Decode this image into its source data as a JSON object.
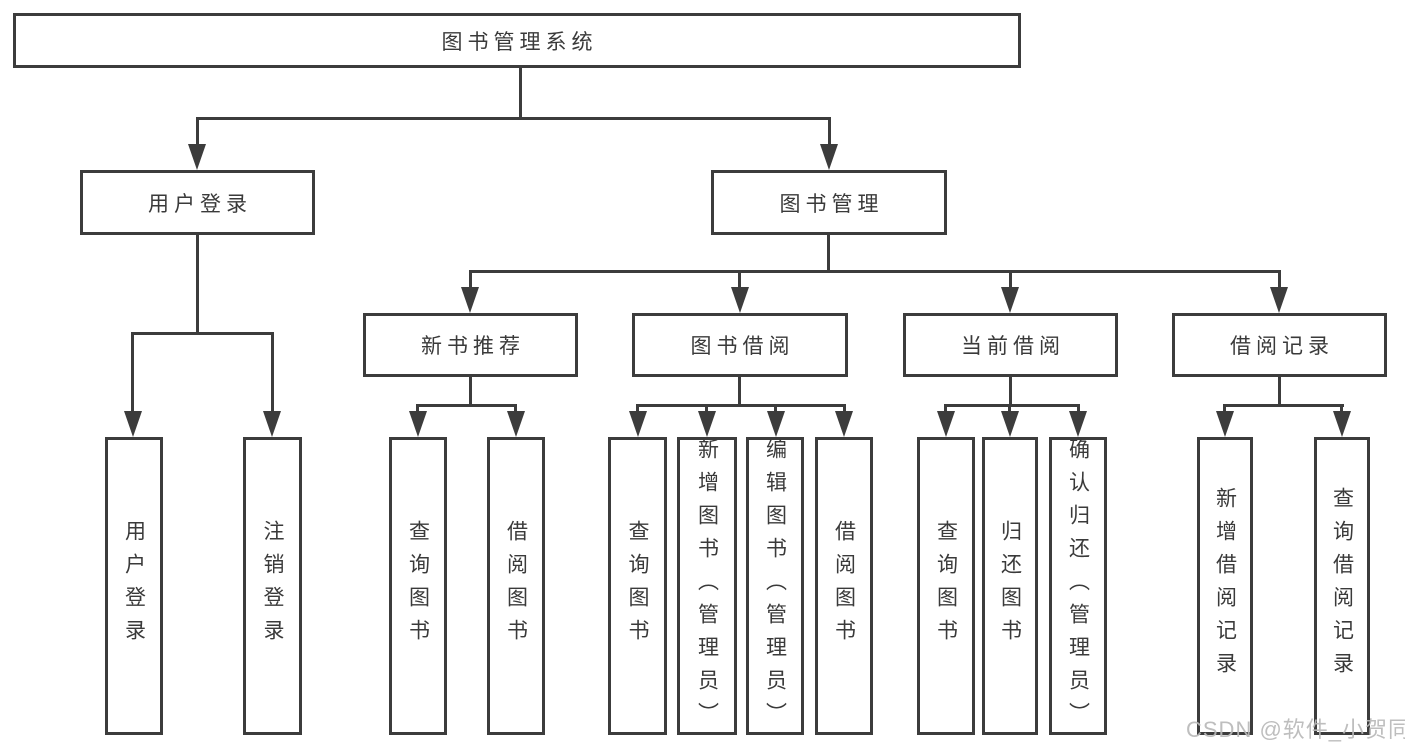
{
  "root": {
    "label": "图书管理系统"
  },
  "level2": {
    "user_login": {
      "label": "用户登录"
    },
    "book_management": {
      "label": "图书管理"
    }
  },
  "level3": {
    "new_book_recommendation": {
      "label": "新书推荐"
    },
    "book_borrowing": {
      "label": "图书借阅"
    },
    "current_borrowing": {
      "label": "当前借阅"
    },
    "borrowing_records": {
      "label": "借阅记录"
    }
  },
  "leaves": {
    "user_login": {
      "label": "用户登录"
    },
    "logout_login": {
      "label": "注销登录"
    },
    "recommend_query_books": {
      "label": "查询图书"
    },
    "recommend_borrow_books": {
      "label": "借阅图书"
    },
    "borrowing_query_books": {
      "label": "查询图书"
    },
    "borrowing_add_books_admin": {
      "label": "新增图书（管理员）"
    },
    "borrowing_edit_books_admin": {
      "label": "编辑图书（管理员）"
    },
    "borrowing_borrow_books": {
      "label": "借阅图书"
    },
    "current_query_books": {
      "label": "查询图书"
    },
    "current_return_books": {
      "label": "归还图书"
    },
    "current_confirm_return_admin": {
      "label": "确认归还（管理员）"
    },
    "records_add_borrow_record": {
      "label": "新增借阅记录"
    },
    "records_query_borrow_record": {
      "label": "查询借阅记录"
    }
  },
  "watermark": {
    "text": "CSDN @软件_小贺同学"
  },
  "colors": {
    "line": "#3c3c3c",
    "text": "#3a3a3a",
    "watermark": "#b9b9b9",
    "background": "#ffffff"
  }
}
